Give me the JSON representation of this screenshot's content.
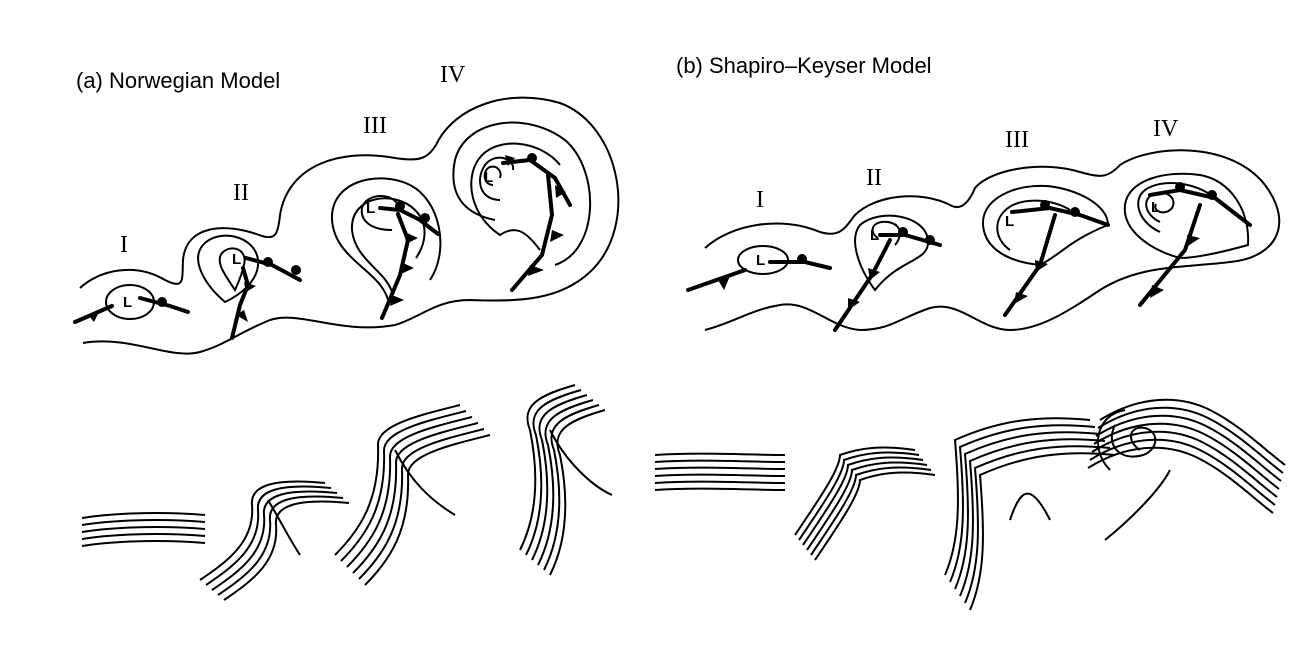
{
  "panel_a": {
    "title": "(a)  Norwegian Model",
    "stages": [
      "I",
      "II",
      "III",
      "IV"
    ],
    "low_label": "L"
  },
  "panel_b": {
    "title": "(b)  Shapiro–Keyser Model",
    "stages": [
      "I",
      "II",
      "III",
      "IV"
    ],
    "low_label": "L"
  }
}
